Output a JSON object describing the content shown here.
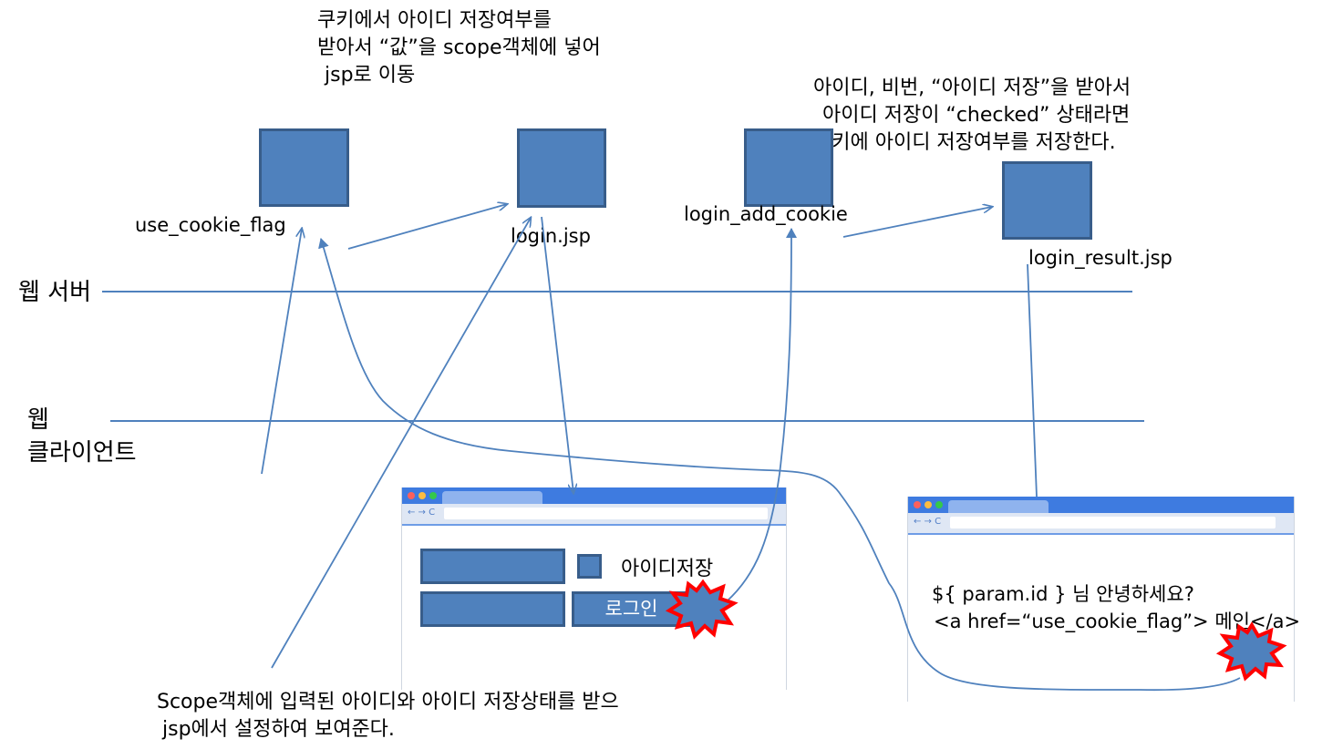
{
  "notes": {
    "top_left": [
      "쿠키에서 아이디 저장여부를",
      "받아서 “값”을 scope객체에 넣어",
      "jsp로 이동"
    ],
    "top_right": [
      "아이디, 비번, “아이디 저장”을 받아서",
      "아이디 저장이 “checked” 상태라면",
      "쿠키에 아이디 저장여부를 저장한다."
    ],
    "bottom": [
      "Scope객체에 입력된 아이디와 아이디 저장상태를 받으",
      "jsp에서 설정하여 보여준다."
    ]
  },
  "nodes": {
    "use_cookie_flag": "use_cookie_flag",
    "login_jsp": "login.jsp",
    "login_add_cookie": "login_add_cookie",
    "login_result_jsp": "login_result.jsp"
  },
  "layers": {
    "server": "웹 서버",
    "client_line1": "웹",
    "client_line2": "클라이언트"
  },
  "login_browser": {
    "remember_label": "아이디저장",
    "login_button": "로그인"
  },
  "result_browser": {
    "line1": "${ param.id } 님 안녕하세요?",
    "line2": "<a href=“use_cookie_flag”> 메인</a>"
  },
  "colors": {
    "node_fill": "#4f81bd",
    "node_border": "#385d8a",
    "line": "#4f81bd",
    "burst_fill": "#4f81bd",
    "burst_border": "#ff0000"
  }
}
